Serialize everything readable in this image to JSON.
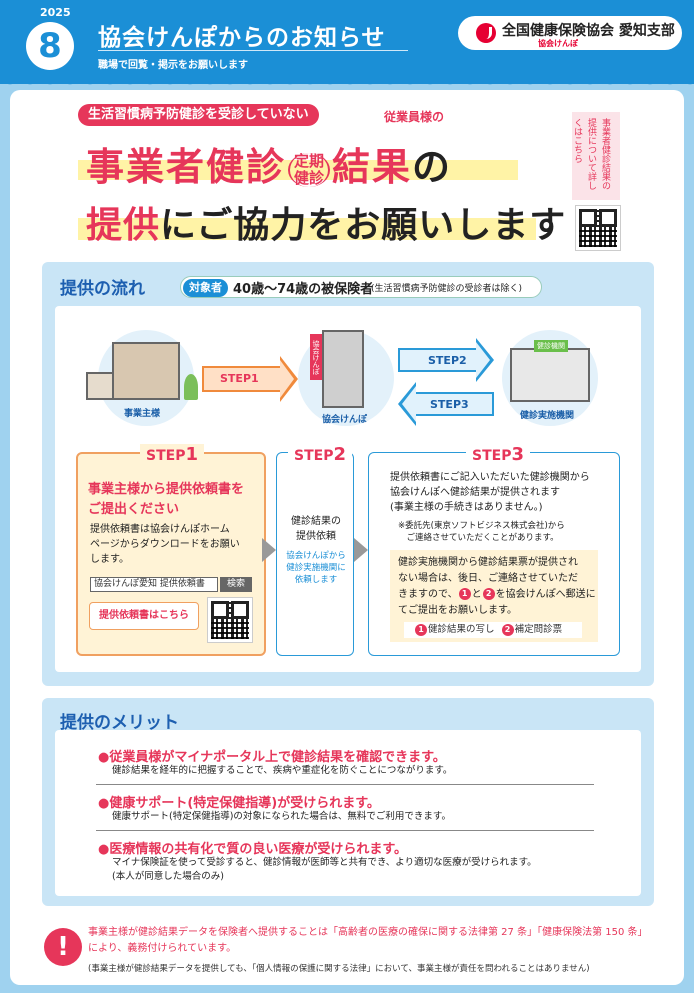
{
  "header": {
    "year": "2025",
    "issue": "8",
    "title": "協会けんぽからのお知らせ",
    "subtitle": "職場で回覧・掲示をお願いします",
    "org_name": "全国健康保険協会 愛知支部",
    "org_sub": "協会けんぽ"
  },
  "hero": {
    "pill": "生活習慣病予防健診を受診していない",
    "pill_suffix": "従業員様の",
    "line1_a": "事業者健診",
    "line1_paren_top": "定期",
    "line1_paren_bottom": "健診",
    "line1_b": "結果",
    "line1_c": "の",
    "line2_a": "提供",
    "line2_b": "にご協力をお願いします",
    "side_note": "事業者健診結果の提供について詳しくはこちら"
  },
  "flow": {
    "title": "提供の流れ",
    "target_label": "対象者",
    "target_value": "40歳〜74歳の被保険者",
    "target_note": "(生活習慣病予防健診の受診者は除く)",
    "employer_label": "事業主様",
    "kyokai_label": "協会けんぽ",
    "kyokai_sign": "協会けんぽ",
    "clinic_label": "健診実施機関",
    "clinic_sign": "健診機関",
    "arrow1": "STEP1",
    "arrow2": "STEP2",
    "arrow3": "STEP3",
    "step_word": "STEP",
    "s1_num": "1",
    "s2_num": "2",
    "s3_num": "3",
    "step1_title": "事業主様から提供依頼書を\nご提出ください",
    "step1_body": "提供依頼書は協会けんぽホーム\nページからダウンロードをお願い\nします。",
    "search_text": "協会けんぽ愛知 提供依頼書",
    "search_button": "検索",
    "step1_link": "提供依頼書はこちら",
    "step2_body": "健診結果の\n提供依頼",
    "step2_note": "協会けんぽから\n健診実施機関に\n依頼します",
    "step3_body": "提供依頼書にご記入いただいた健診機関から\n協会けんぽへ健診結果が提供されます\n(事業主様の手続きはありません。)",
    "step3_note": "※委託先(東京ソフトビジネス株式会社)から\n　ご連絡させていただくことがあります。",
    "step3_box_1": "健診実施機関から健診結果票が提供され",
    "step3_box_2": "ない場合は、後日、ご連絡させていただ",
    "step3_box_3a": "きますので、",
    "step3_box_n1": "1",
    "step3_box_3b": "と",
    "step3_box_n2": "2",
    "step3_box_3c": "を協会けんぽへ郵送に",
    "step3_box_4": "てご提出をお願いします。",
    "item1_num": "1",
    "item1": "健診結果の写し",
    "item2_num": "2",
    "item2": "補定問診票"
  },
  "merit": {
    "title": "提供のメリット",
    "items": [
      {
        "head": "●従業員様がマイナポータル上で健診結果を確認できます。",
        "desc1": "健診結果を経年的に把握することで、疾病や重症化を防ぐことにつながります。",
        "desc2": ""
      },
      {
        "head": "●健康サポート(特定保健指導)が受けられます。",
        "desc1": "健康サポート(特定保健指導)の対象になられた場合は、無料でご利用できます。",
        "desc2": ""
      },
      {
        "head": "●医療情報の共有化で質の良い医療が受けられます。",
        "desc1": "マイナ保険証を使って受診すると、健診情報が医師等と共有でき、より適切な医療が受けられます。",
        "desc2": "(本人が同意した場合のみ)"
      }
    ]
  },
  "footer": {
    "icon": "!",
    "line1": "事業主様が健診結果データを保険者へ提供することは「高齢者の医療の確保に関する法律第 27 条」「健康保険法第 150 条」",
    "line2": "により、義務付けられています。",
    "line3": "(事業主様が健診結果データを提供しても、「個人情報の保護に関する法律」において、事業主様が責任を問われることはありません)"
  },
  "colors": {
    "accent_red": "#e6365a",
    "brand_blue": "#1b8fd6",
    "step_orange": "#f08a3c",
    "highlight_yellow": "#fff3a6"
  }
}
